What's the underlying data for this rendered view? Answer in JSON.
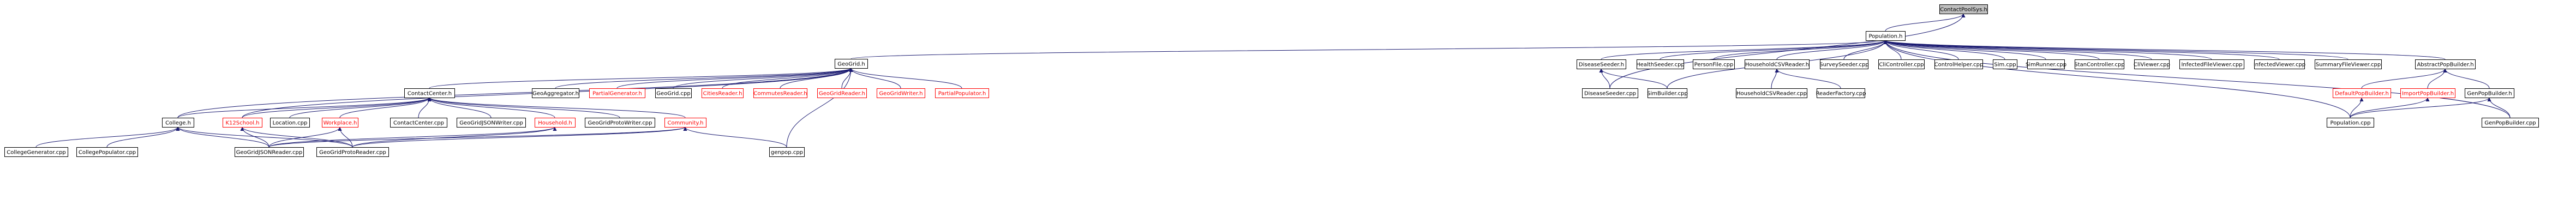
{
  "graph": {
    "nodes": [
      {
        "id": "contactpoolsys",
        "label": "ContactPoolSys.h",
        "style": "root"
      },
      {
        "id": "population",
        "label": "Population.h"
      },
      {
        "id": "geogrid",
        "label": "GeoGrid.h"
      },
      {
        "id": "diseaseseeder_h",
        "label": "DiseaseSeeder.h"
      },
      {
        "id": "healthseeder",
        "label": "HealthSeeder.cpp"
      },
      {
        "id": "personfile",
        "label": "PersonFile.cpp"
      },
      {
        "id": "householdcsvreader",
        "label": "HouseholdCSVReader.h"
      },
      {
        "id": "surveyseeder",
        "label": "SurveySeeder.cpp"
      },
      {
        "id": "clicontroller",
        "label": "CliController.cpp"
      },
      {
        "id": "controlhelper",
        "label": "ControlHelper.cpp"
      },
      {
        "id": "sim_cpp",
        "label": "Sim.cpp"
      },
      {
        "id": "simrunner",
        "label": "SimRunner.cpp"
      },
      {
        "id": "stancontroller",
        "label": "StanController.cpp"
      },
      {
        "id": "cliviewer",
        "label": "CliViewer.cpp"
      },
      {
        "id": "infectedfileviewer",
        "label": "InfectedFileViewer.cpp"
      },
      {
        "id": "infectedviewer",
        "label": "InfectedViewer.cpp"
      },
      {
        "id": "summaryfileviewer",
        "label": "SummaryFileViewer.cpp"
      },
      {
        "id": "abstractpopbuilder",
        "label": "AbstractPopBuilder.h"
      },
      {
        "id": "contactcenter_h",
        "label": "ContactCenter.h"
      },
      {
        "id": "geoaggregator",
        "label": "GeoAggregator.h"
      },
      {
        "id": "partialgenerator",
        "label": "PartialGenerator.h",
        "style": "red"
      },
      {
        "id": "geogrid_cpp",
        "label": "GeoGrid.cpp"
      },
      {
        "id": "citiesreader",
        "label": "CitiesReader.h",
        "style": "red"
      },
      {
        "id": "commutesreader",
        "label": "CommutesReader.h",
        "style": "red"
      },
      {
        "id": "geogridreader",
        "label": "GeoGridReader.h",
        "style": "red"
      },
      {
        "id": "geogridwriter",
        "label": "GeoGridWriter.h",
        "style": "red"
      },
      {
        "id": "partialpopulator",
        "label": "PartialPopulator.h",
        "style": "red"
      },
      {
        "id": "diseaseseeder_cpp",
        "label": "DiseaseSeeder.cpp"
      },
      {
        "id": "simbuilder",
        "label": "SimBuilder.cpp"
      },
      {
        "id": "householdcsvreader_cpp",
        "label": "HouseholdCSVReader.cpp"
      },
      {
        "id": "readerfactory",
        "label": "ReaderFactory.cpp"
      },
      {
        "id": "defaultpopbuilder",
        "label": "DefaultPopBuilder.h",
        "style": "red"
      },
      {
        "id": "importpopbuilder",
        "label": "ImportPopBuilder.h",
        "style": "red"
      },
      {
        "id": "genpopbuilder_h",
        "label": "GenPopBuilder.h"
      },
      {
        "id": "college_h",
        "label": "College.h"
      },
      {
        "id": "k12school",
        "label": "K12School.h",
        "style": "red"
      },
      {
        "id": "location_cpp",
        "label": "Location.cpp"
      },
      {
        "id": "workplace",
        "label": "Workplace.h",
        "style": "red"
      },
      {
        "id": "contactcenter_cpp",
        "label": "ContactCenter.cpp"
      },
      {
        "id": "geogridjsonwriter",
        "label": "GeoGridJSONWriter.cpp"
      },
      {
        "id": "household_h",
        "label": "Household.h",
        "style": "red"
      },
      {
        "id": "geogridprotowriter",
        "label": "GeoGridProtoWriter.cpp"
      },
      {
        "id": "community_h",
        "label": "Community.h",
        "style": "red"
      },
      {
        "id": "population_cpp",
        "label": "Population.cpp"
      },
      {
        "id": "genpopbuilder_cpp",
        "label": "GenPopBuilder.cpp"
      },
      {
        "id": "collegegenerator",
        "label": "CollegeGenerator.cpp"
      },
      {
        "id": "collegepopulator",
        "label": "CollegePopulator.cpp"
      },
      {
        "id": "geogridjsonreader",
        "label": "GeoGridJSONReader.cpp"
      },
      {
        "id": "geogridprotoreader",
        "label": "GeoGridProtoReader.cpp"
      },
      {
        "id": "genpop_cpp",
        "label": "genpop.cpp"
      }
    ],
    "edges": [
      [
        "contactpoolsys",
        "population"
      ],
      [
        "contactpoolsys",
        "diseaseseeder_cpp"
      ],
      [
        "population",
        "geogrid"
      ],
      [
        "population",
        "diseaseseeder_h"
      ],
      [
        "population",
        "healthseeder"
      ],
      [
        "population",
        "personfile"
      ],
      [
        "population",
        "householdcsvreader"
      ],
      [
        "population",
        "surveyseeder"
      ],
      [
        "population",
        "clicontroller"
      ],
      [
        "population",
        "controlhelper"
      ],
      [
        "population",
        "sim_cpp"
      ],
      [
        "population",
        "simrunner"
      ],
      [
        "population",
        "stancontroller"
      ],
      [
        "population",
        "cliviewer"
      ],
      [
        "population",
        "infectedfileviewer"
      ],
      [
        "population",
        "infectedviewer"
      ],
      [
        "population",
        "summaryfileviewer"
      ],
      [
        "population",
        "abstractpopbuilder"
      ],
      [
        "population",
        "simbuilder"
      ],
      [
        "population",
        "population_cpp"
      ],
      [
        "population",
        "genpopbuilder_cpp"
      ],
      [
        "geogrid",
        "contactcenter_h"
      ],
      [
        "geogrid",
        "geoaggregator"
      ],
      [
        "geogrid",
        "partialgenerator"
      ],
      [
        "geogrid",
        "geogrid_cpp"
      ],
      [
        "geogrid",
        "citiesreader"
      ],
      [
        "geogrid",
        "commutesreader"
      ],
      [
        "geogrid",
        "geogridreader"
      ],
      [
        "geogrid",
        "geogridwriter"
      ],
      [
        "geogrid",
        "partialpopulator"
      ],
      [
        "geogrid",
        "college_h"
      ],
      [
        "geogrid",
        "k12school"
      ],
      [
        "geogrid",
        "genpop_cpp"
      ],
      [
        "diseaseseeder_h",
        "diseaseseeder_cpp"
      ],
      [
        "diseaseseeder_h",
        "simbuilder"
      ],
      [
        "householdcsvreader",
        "householdcsvreader_cpp"
      ],
      [
        "householdcsvreader",
        "readerfactory"
      ],
      [
        "abstractpopbuilder",
        "defaultpopbuilder"
      ],
      [
        "abstractpopbuilder",
        "importpopbuilder"
      ],
      [
        "abstractpopbuilder",
        "genpopbuilder_h"
      ],
      [
        "defaultpopbuilder",
        "population_cpp"
      ],
      [
        "importpopbuilder",
        "population_cpp"
      ],
      [
        "genpopbuilder_h",
        "population_cpp"
      ],
      [
        "genpopbuilder_h",
        "genpopbuilder_cpp"
      ],
      [
        "contactcenter_h",
        "college_h"
      ],
      [
        "contactcenter_h",
        "k12school"
      ],
      [
        "contactcenter_h",
        "location_cpp"
      ],
      [
        "contactcenter_h",
        "workplace"
      ],
      [
        "contactcenter_h",
        "contactcenter_cpp"
      ],
      [
        "contactcenter_h",
        "geogridjsonwriter"
      ],
      [
        "contactcenter_h",
        "household_h"
      ],
      [
        "contactcenter_h",
        "geogridprotowriter"
      ],
      [
        "contactcenter_h",
        "community_h"
      ],
      [
        "college_h",
        "collegegenerator"
      ],
      [
        "college_h",
        "collegepopulator"
      ],
      [
        "college_h",
        "geogridjsonreader"
      ],
      [
        "college_h",
        "geogridprotoreader"
      ],
      [
        "k12school",
        "geogridjsonreader"
      ],
      [
        "k12school",
        "geogridprotoreader"
      ],
      [
        "workplace",
        "geogridjsonreader"
      ],
      [
        "workplace",
        "geogridprotoreader"
      ],
      [
        "household_h",
        "geogridjsonreader"
      ],
      [
        "household_h",
        "geogridprotoreader"
      ],
      [
        "community_h",
        "geogridjsonreader"
      ],
      [
        "community_h",
        "geogridprotoreader"
      ],
      [
        "community_h",
        "genpop_cpp"
      ]
    ]
  },
  "colors": {
    "edge": "#191970",
    "node_border": "#000000",
    "root_fill": "#bfbfbf",
    "incomplete": "#ff0000"
  }
}
